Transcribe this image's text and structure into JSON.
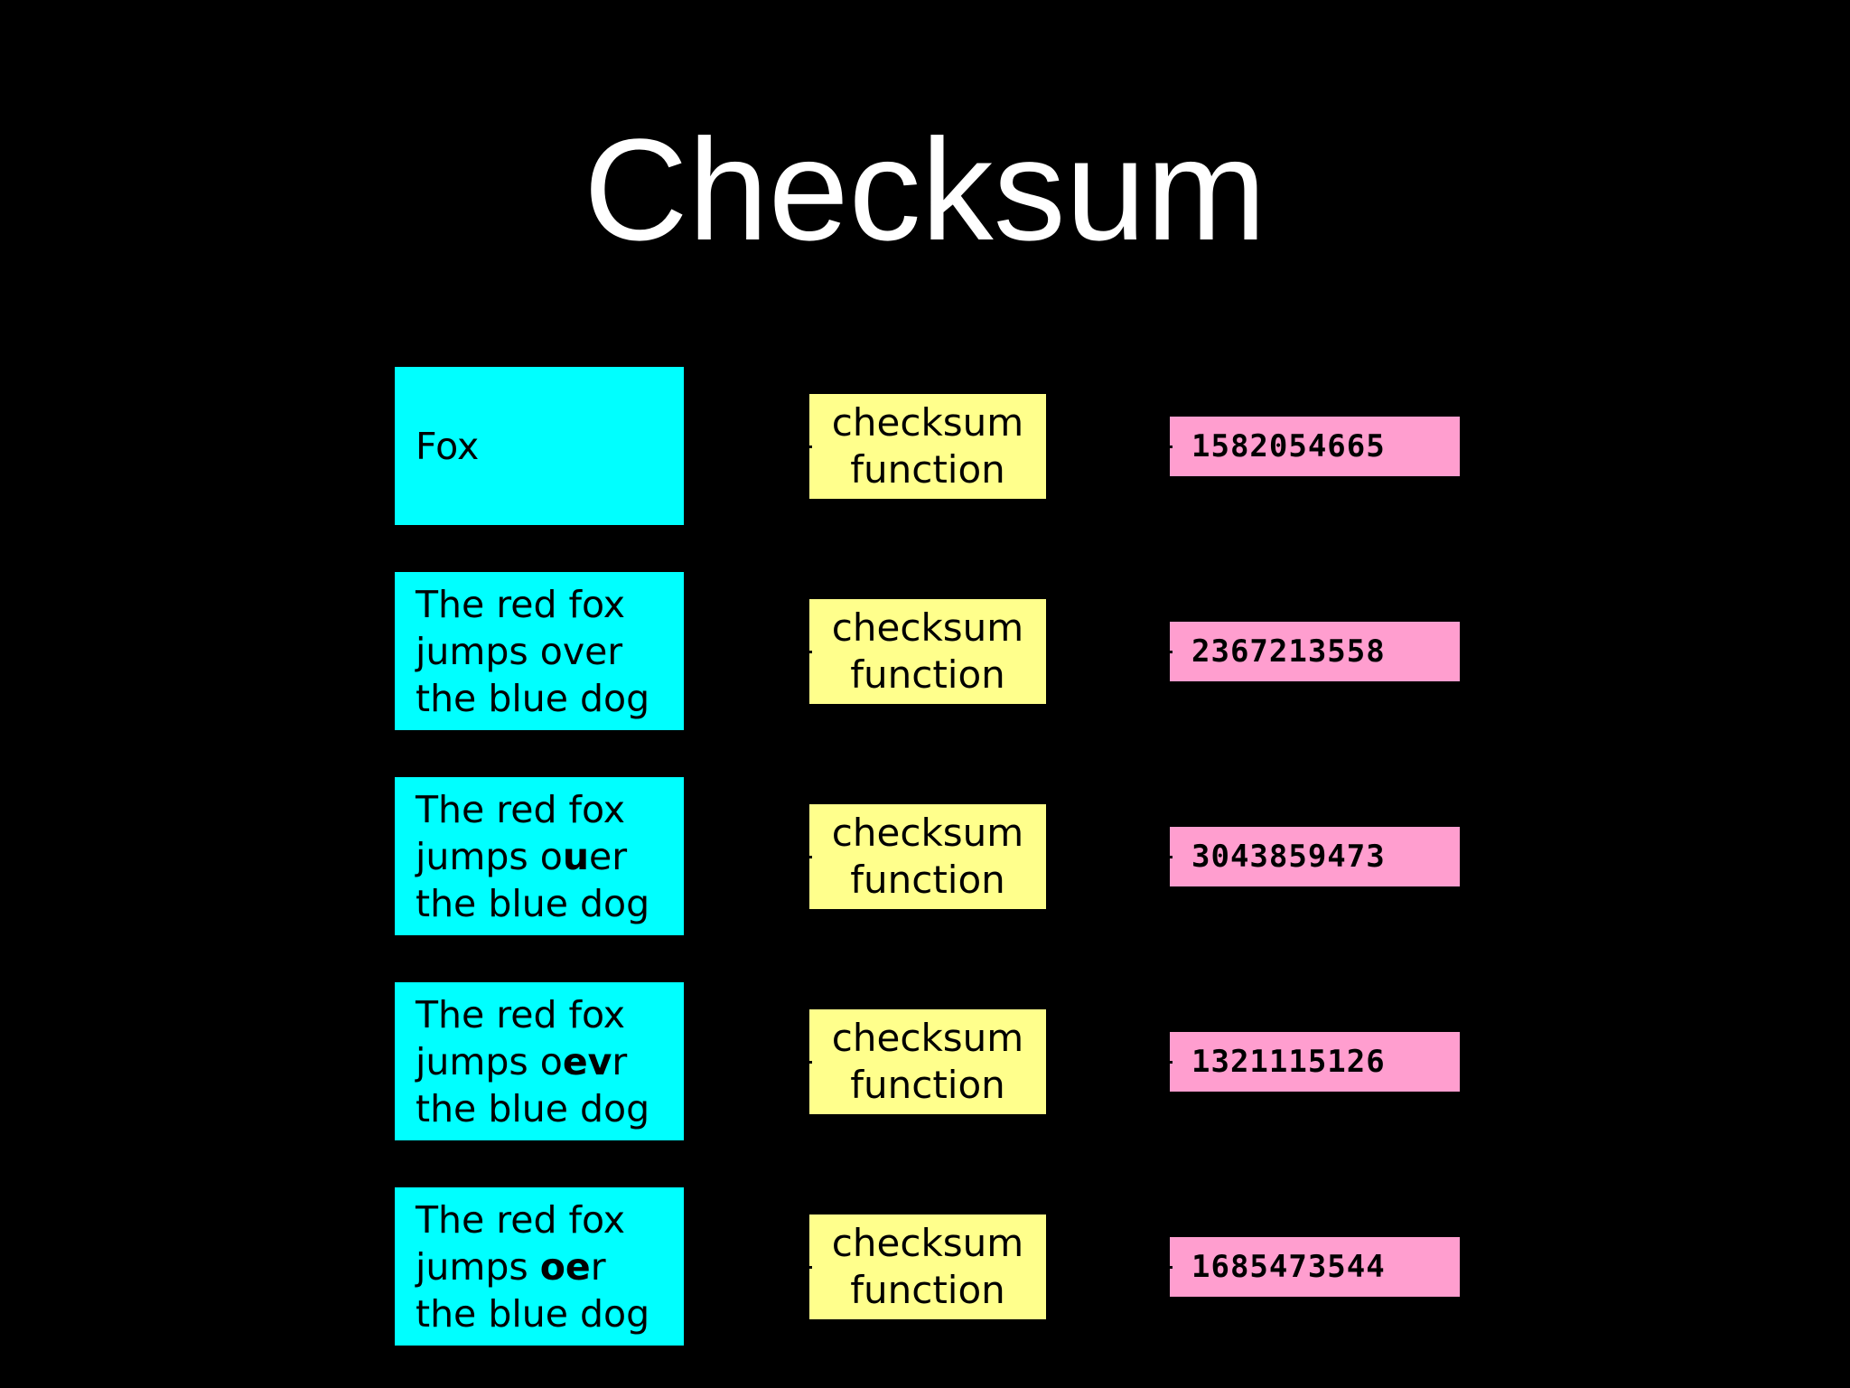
{
  "title": "Checksum",
  "colors": {
    "background": "#000000",
    "input_box": "#00ffff",
    "function_box": "#ffff8c",
    "output_box": "#ff9ecf",
    "title_text": "#ffffff"
  },
  "rows": [
    {
      "input_lines": [
        [
          {
            "text": "Fox",
            "bold": false
          }
        ]
      ],
      "function_label": [
        "checksum",
        "function"
      ],
      "output": "1582054665"
    },
    {
      "input_lines": [
        [
          {
            "text": "The red fox",
            "bold": false
          }
        ],
        [
          {
            "text": "jumps over",
            "bold": false
          }
        ],
        [
          {
            "text": "the blue dog",
            "bold": false
          }
        ]
      ],
      "function_label": [
        "checksum",
        "function"
      ],
      "output": "2367213558"
    },
    {
      "input_lines": [
        [
          {
            "text": "The red fox",
            "bold": false
          }
        ],
        [
          {
            "text": "jumps o",
            "bold": false
          },
          {
            "text": "u",
            "bold": true
          },
          {
            "text": "er",
            "bold": false
          }
        ],
        [
          {
            "text": "the blue dog",
            "bold": false
          }
        ]
      ],
      "function_label": [
        "checksum",
        "function"
      ],
      "output": "3043859473"
    },
    {
      "input_lines": [
        [
          {
            "text": "The red fox",
            "bold": false
          }
        ],
        [
          {
            "text": "jumps o",
            "bold": false
          },
          {
            "text": "ev",
            "bold": true
          },
          {
            "text": "r",
            "bold": false
          }
        ],
        [
          {
            "text": "the blue dog",
            "bold": false
          }
        ]
      ],
      "function_label": [
        "checksum",
        "function"
      ],
      "output": "1321115126"
    },
    {
      "input_lines": [
        [
          {
            "text": "The red fox",
            "bold": false
          }
        ],
        [
          {
            "text": "jumps ",
            "bold": false
          },
          {
            "text": "oe",
            "bold": true
          },
          {
            "text": "r",
            "bold": false
          }
        ],
        [
          {
            "text": "the blue dog",
            "bold": false
          }
        ]
      ],
      "function_label": [
        "checksum",
        "function"
      ],
      "output": "1685473544"
    }
  ]
}
